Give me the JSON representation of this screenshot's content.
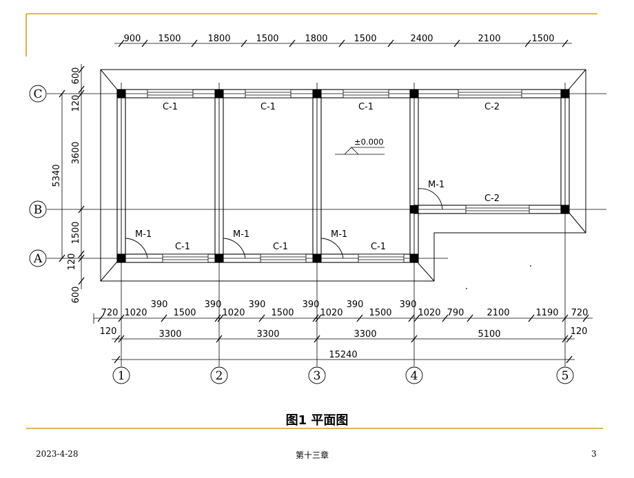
{
  "accent_color": "#d4a017",
  "caption": "图1  平面图",
  "footer": {
    "date": "2023-4-28",
    "chapter": "第十三章",
    "page": "3"
  },
  "plan": {
    "elevation": "±0.000",
    "axes_x": [
      "1",
      "2",
      "3",
      "4",
      "5"
    ],
    "axes_y": [
      "C",
      "B",
      "A"
    ],
    "top_dims": [
      "900",
      "1500",
      "1800",
      "1500",
      "1800",
      "1500",
      "2400",
      "2100",
      "1500"
    ],
    "left_dims": {
      "d600_top": "600",
      "d120_top": "120",
      "d3600": "3600",
      "d5340": "5340",
      "d1500": "1500",
      "d120_bot": "120",
      "d600_bot": "600"
    },
    "bottom_row1": [
      "720",
      "1020",
      "390",
      "1500",
      "390",
      "1020",
      "390",
      "1500",
      "390",
      "1020",
      "390",
      "1500",
      "390",
      "1020",
      "790",
      "2100",
      "1190",
      "720"
    ],
    "bottom_row2": {
      "left120": "120",
      "right120": "120",
      "spans": [
        "3300",
        "3300",
        "3300",
        "5100"
      ]
    },
    "overall": "15240",
    "windows_top": [
      "C-1",
      "C-1",
      "C-1",
      "C-2"
    ],
    "windows_bottom": [
      "C-1",
      "C-1",
      "C-1"
    ],
    "window_b": "C-2",
    "doors": [
      "M-1",
      "M-1",
      "M-1",
      "M-1"
    ]
  }
}
